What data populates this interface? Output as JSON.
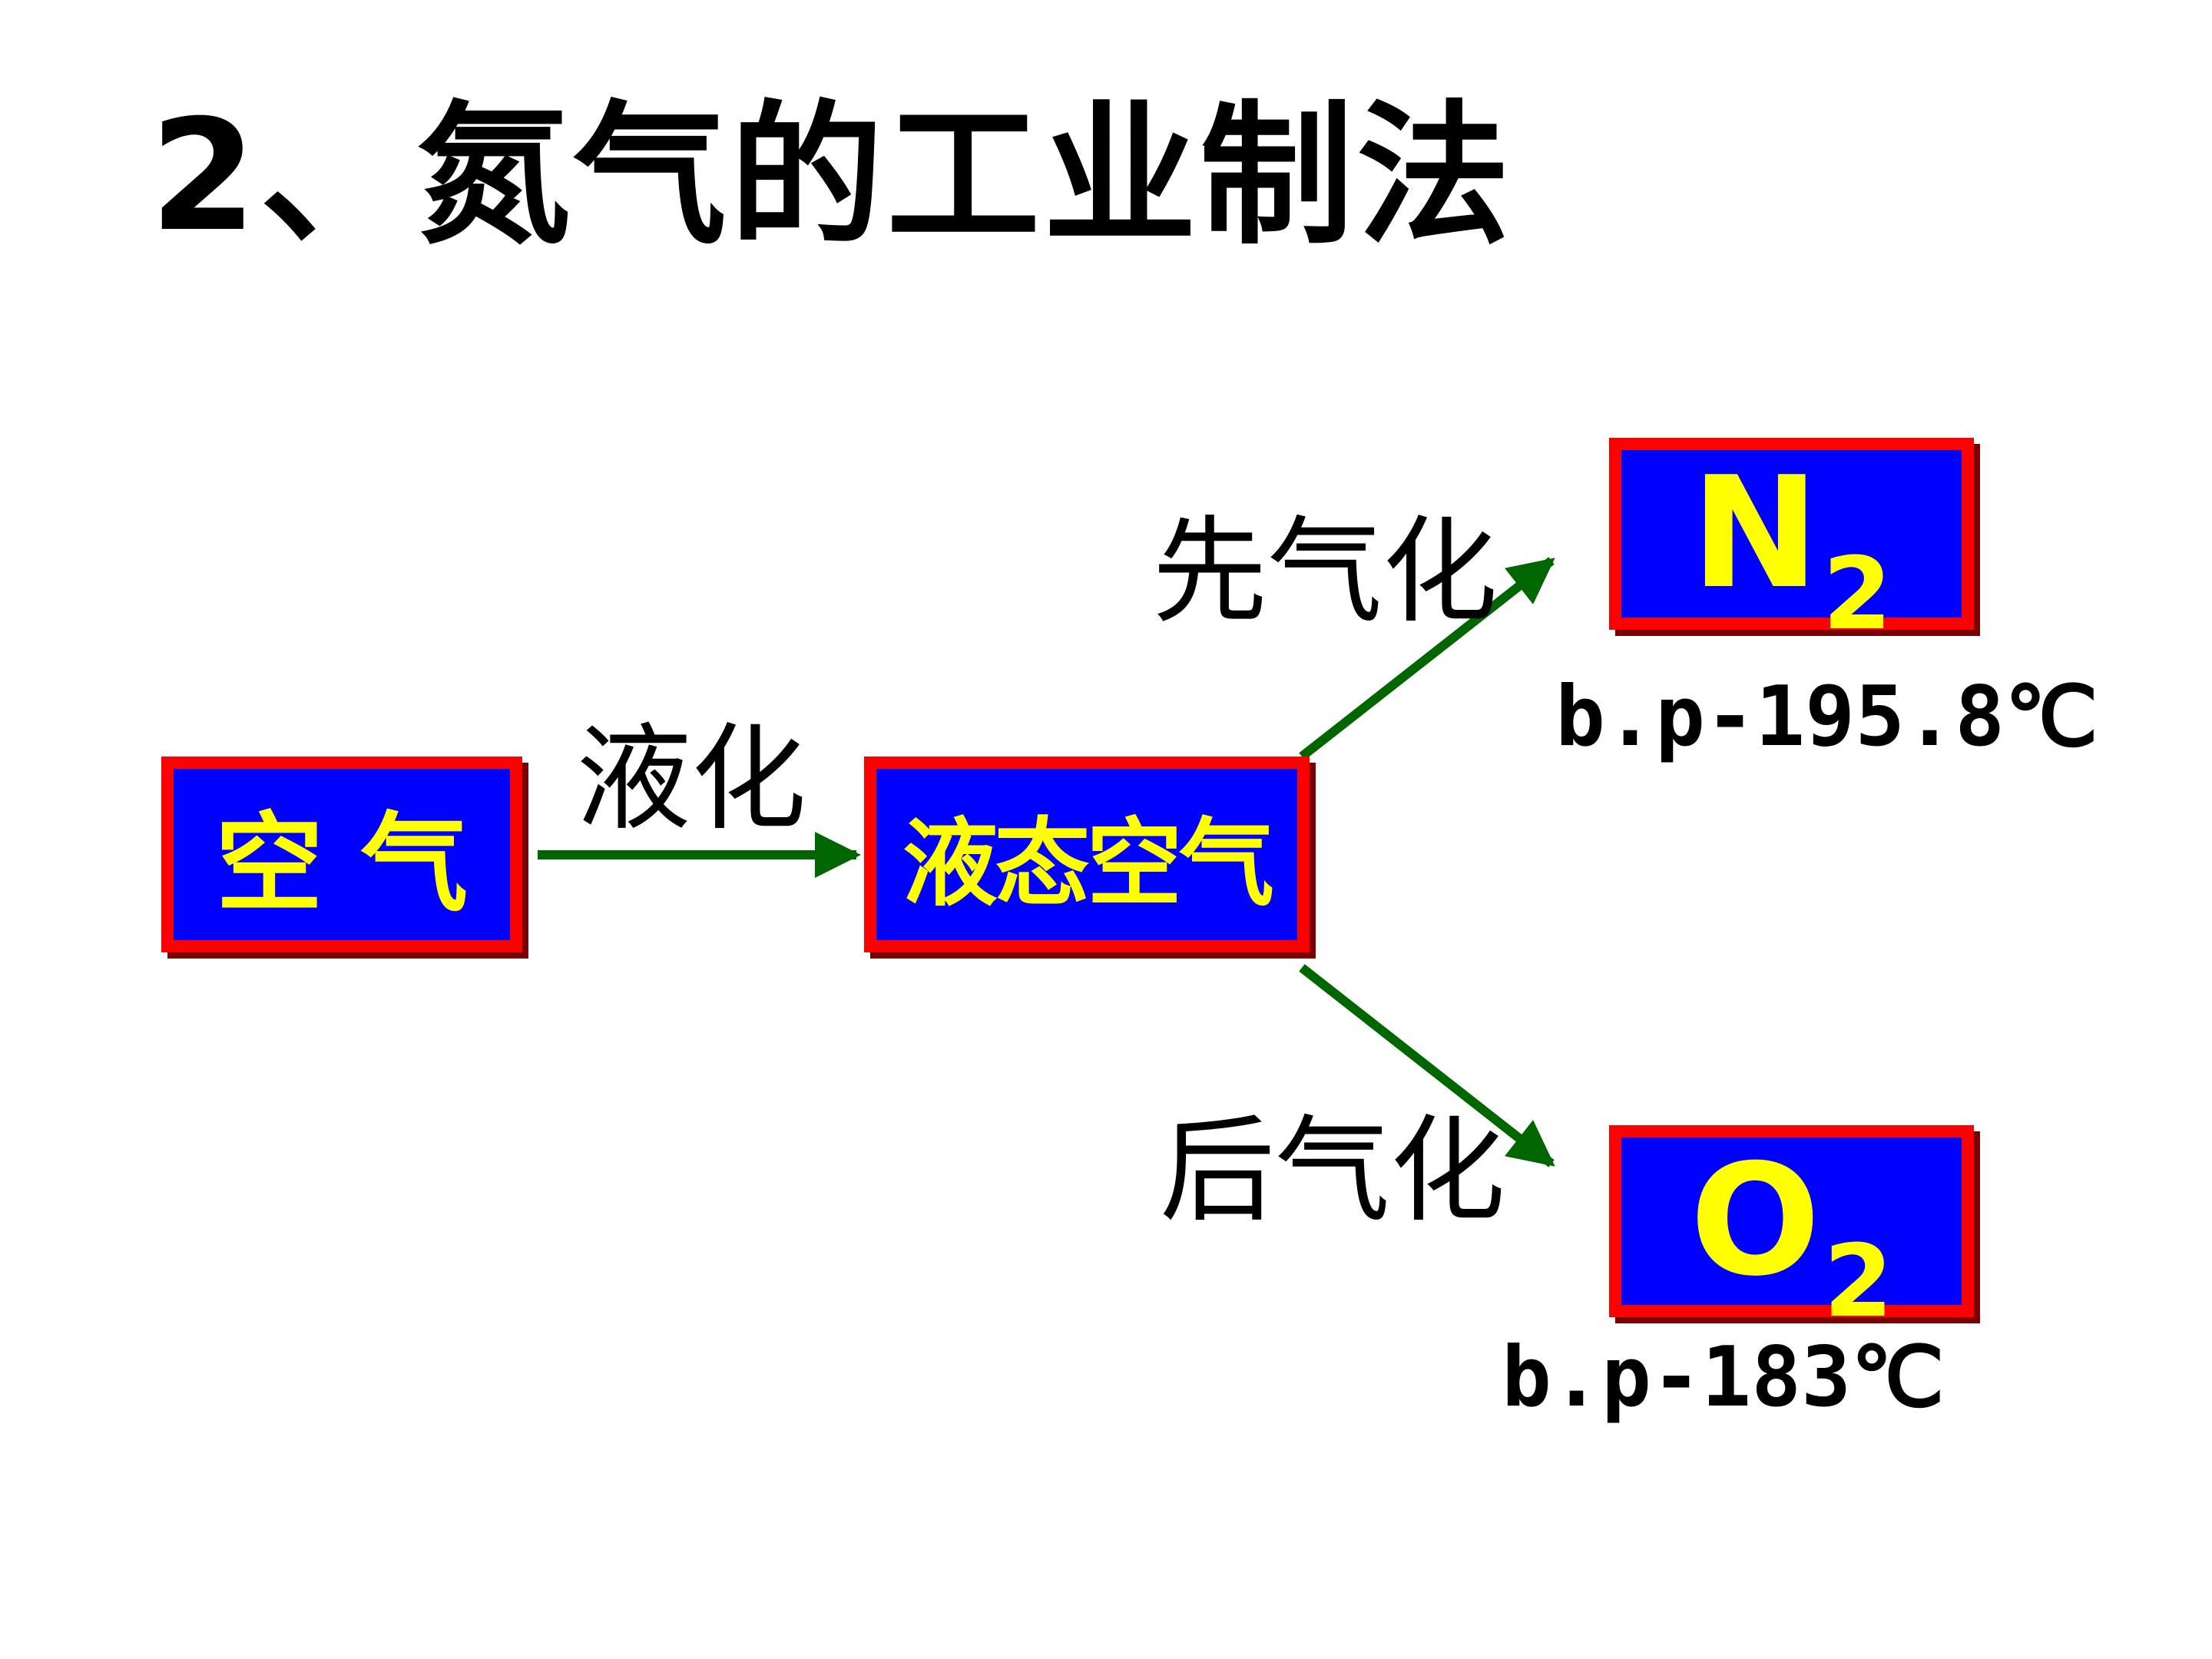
{
  "title": "2、氮气的工业制法",
  "nodes": {
    "air": "空 气",
    "liquid_air": "液态空气",
    "n2": {
      "symbol": "N",
      "subscript": "2"
    },
    "o2": {
      "symbol": "O",
      "subscript": "2"
    }
  },
  "edges": {
    "liquefy": "液化",
    "vaporize_first": "先气化",
    "vaporize_later": "后气化"
  },
  "boiling_points": {
    "n2": "b.p-195.8℃",
    "o2": "b.p-183℃"
  },
  "colors": {
    "box_fill": "#0000ff",
    "box_border": "#ff0000",
    "box_text": "#ffff00",
    "arrow": "#006600",
    "text": "#000000"
  }
}
